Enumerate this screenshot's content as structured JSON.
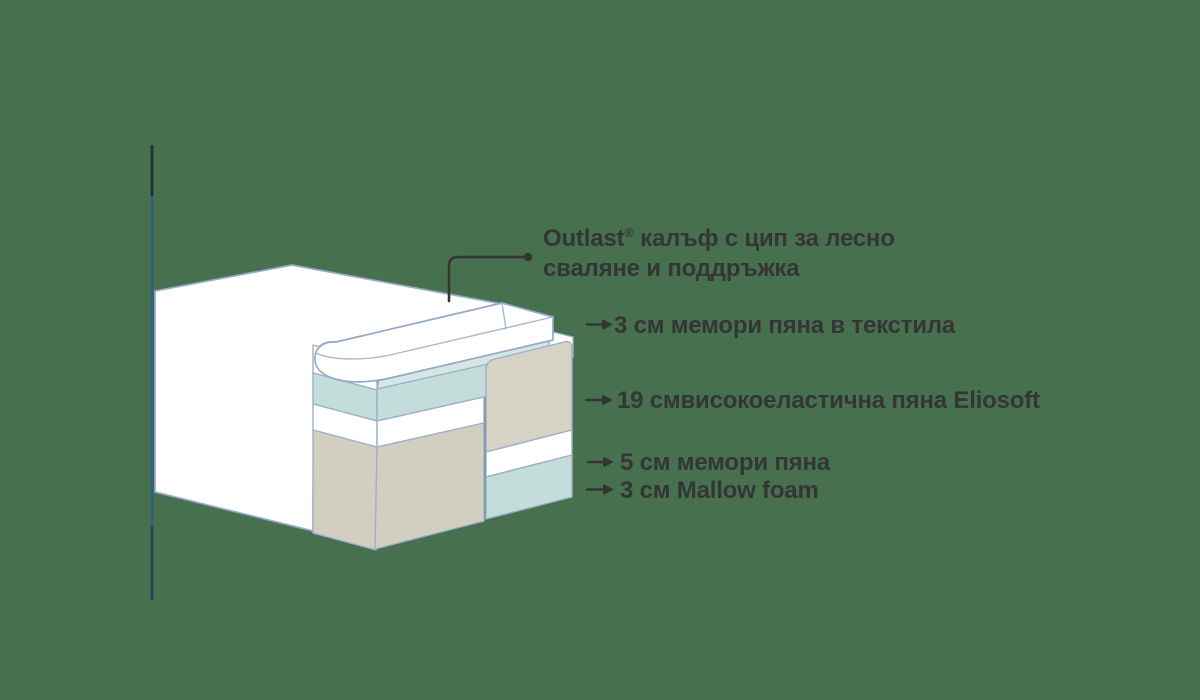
{
  "figure": {
    "title": "mattress-layers-diagram",
    "language": "bg",
    "colors": {
      "background": "#47704f",
      "white": "#ffffff",
      "outline": "#9db0cb",
      "teal_top": "#d3e7e3",
      "teal": "#c3ddda",
      "beige": "#d6d2c4",
      "beige_front": "#d2cec0",
      "ink": "#353535",
      "accent_line_top": "#1c303b",
      "accent_line_mid": "#2d5f83",
      "accent_line_bottom": "#1d4456"
    },
    "callouts": {
      "cover": {
        "brand": "Outlast",
        "reg": "®",
        "line1_rest": " калъф с цип за лесно",
        "line2": "сваляне и поддръжка"
      },
      "layer_memory_textile": {
        "text": "3 см мемори пяна в текстила"
      },
      "layer_eliosoft": {
        "text": "19 смвисокоеластична пяна Eliosoft"
      },
      "layer_memory": {
        "text": "5 см мемори пяна"
      },
      "layer_mallow": {
        "text": "3 см Mallow foam"
      }
    },
    "layers_shown": [
      {
        "label": "Outlast® калъф с цип за лесно сваляне и поддръжка",
        "color": "#ffffff"
      },
      {
        "label": "3 см мемори пяна в текстила",
        "color": "#c3ddda"
      },
      {
        "label": "19 смвисокоеластична пяна Eliosoft",
        "color": "#d6d2c4"
      },
      {
        "label": "5 см мемори пяна",
        "color": "#ffffff"
      },
      {
        "label": "3 см Mallow foam",
        "color": "#c3ddda"
      }
    ]
  }
}
